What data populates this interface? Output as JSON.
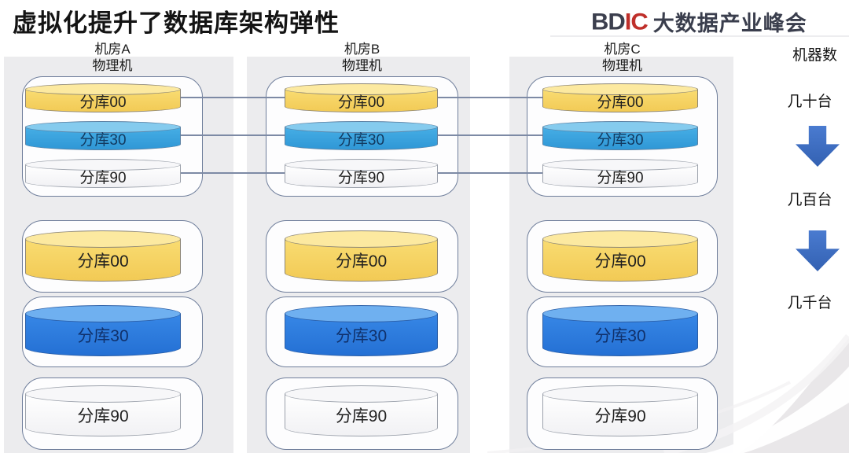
{
  "title": "虚拟化提升了数据库架构弹性",
  "logo": {
    "bd": "BD",
    "ic": "IC",
    "summit": "大数据产业峰会",
    "red": "#bf2f2a",
    "dark": "#3c3f4e"
  },
  "columns": [
    {
      "room": "机房A",
      "machine": "物理机",
      "top_group": [
        "分库00",
        "分库30",
        "分库90"
      ],
      "vm_groups": [
        "分库00",
        "分库30",
        "分库90"
      ]
    },
    {
      "room": "机房B",
      "machine": "物理机",
      "top_group": [
        "分库00",
        "分库30",
        "分库90"
      ],
      "vm_groups": [
        "分库00",
        "分库30",
        "分库90"
      ]
    },
    {
      "room": "机房C",
      "machine": "物理机",
      "top_group": [
        "分库00",
        "分库30",
        "分库90"
      ],
      "vm_groups": [
        "分库00",
        "分库30",
        "分库90"
      ]
    }
  ],
  "right_panel": {
    "header": "机器数",
    "stages": [
      "几十台",
      "几百台",
      "几千台"
    ],
    "arrow_color": "#3b6cc0"
  },
  "colors": {
    "shard00_yellow": "#f6d463",
    "shard30_blue_small": "#3fa8e2",
    "shard30_blue_large": "#2d7fe0",
    "shard90_white": "#fafafa",
    "box_outline": "#6f7e9b",
    "column_strip": "#ececee"
  }
}
